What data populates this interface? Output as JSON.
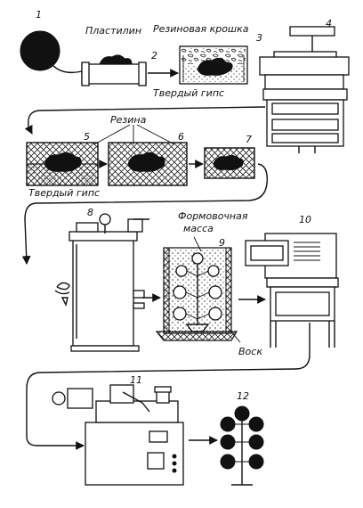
{
  "numbers": [
    "1",
    "2",
    "3",
    "4",
    "5",
    "6",
    "7",
    "8",
    "9",
    "10",
    "11",
    "12"
  ],
  "labels": {
    "plastilin": "Пластилин",
    "rubber_crumb": "Резиновая крошка",
    "hard_plaster_1": "Твердый гипс",
    "rubber": "Резина",
    "hard_plaster_2": "Твердый гипс",
    "molding_mass_1": "Формовочная",
    "molding_mass_2": "масса",
    "wax": "Воск"
  },
  "icons": [
    "plasticine-lump-icon",
    "mold-box-icon",
    "press-icon",
    "rubber-mold-icon",
    "wax-injector-icon",
    "flask-icon",
    "kiln-icon",
    "casting-machine-icon",
    "cast-tree-icon"
  ]
}
